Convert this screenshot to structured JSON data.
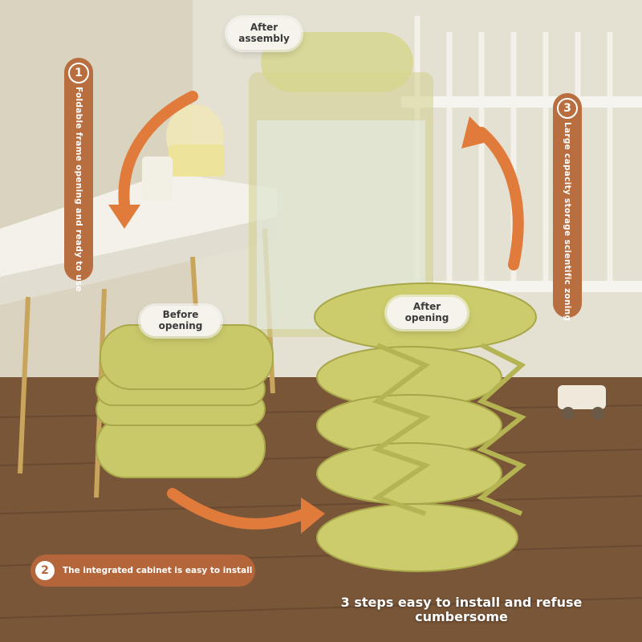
{
  "labels": {
    "after_assembly": "After\nassembly",
    "before_opening": "Before\nopening",
    "after_opening": "After\nopening"
  },
  "steps": [
    {
      "number": "1",
      "text": "Foldable frame opening and ready to use"
    },
    {
      "number": "2",
      "text": "The integrated cabinet is easy to install"
    },
    {
      "number": "3",
      "text": "Large capacity storage scientific zoning"
    }
  ],
  "slogan": "3 steps easy to install and refuse cumbersome",
  "colors": {
    "accent_orange": "#e07b3c",
    "badge_brown": "#b96e3f",
    "cart_green": "#c9c96a",
    "floor_wood": "#6e4e33"
  },
  "icons": [
    "curved-arrow-icon",
    "step-number-icon"
  ]
}
